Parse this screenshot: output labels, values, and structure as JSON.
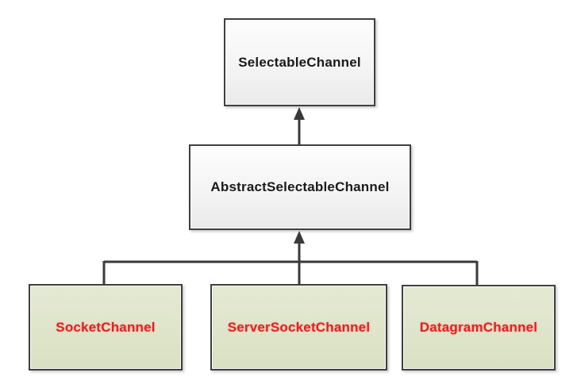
{
  "diagram": {
    "type": "class-hierarchy",
    "nodes": {
      "selectable": {
        "label": "SelectableChannel",
        "role": "superclass"
      },
      "abstract": {
        "label": "AbstractSelectableChannel",
        "role": "intermediate-class"
      },
      "socket": {
        "label": "SocketChannel",
        "role": "subclass"
      },
      "server_socket": {
        "label": "ServerSocketChannel",
        "role": "subclass"
      },
      "datagram": {
        "label": "DatagramChannel",
        "role": "subclass"
      }
    },
    "edges": [
      {
        "from": "AbstractSelectableChannel",
        "to": "SelectableChannel",
        "style": "arrow-up"
      },
      {
        "from": "SocketChannel",
        "to": "AbstractSelectableChannel",
        "style": "arrow-up-via-bus"
      },
      {
        "from": "ServerSocketChannel",
        "to": "AbstractSelectableChannel",
        "style": "arrow-up-via-bus"
      },
      {
        "from": "DatagramChannel",
        "to": "AbstractSelectableChannel",
        "style": "arrow-up-via-bus"
      }
    ],
    "colors": {
      "background": "#ffffff",
      "node_border": "#3f3f3f",
      "parent_fill_top": "#fdfdfd",
      "parent_fill_bottom": "#eaeaea",
      "child_fill": "#dfe5ca",
      "parent_text": "#1a1a1a",
      "child_text": "#e02222",
      "connector": "#3a3a3a"
    }
  }
}
